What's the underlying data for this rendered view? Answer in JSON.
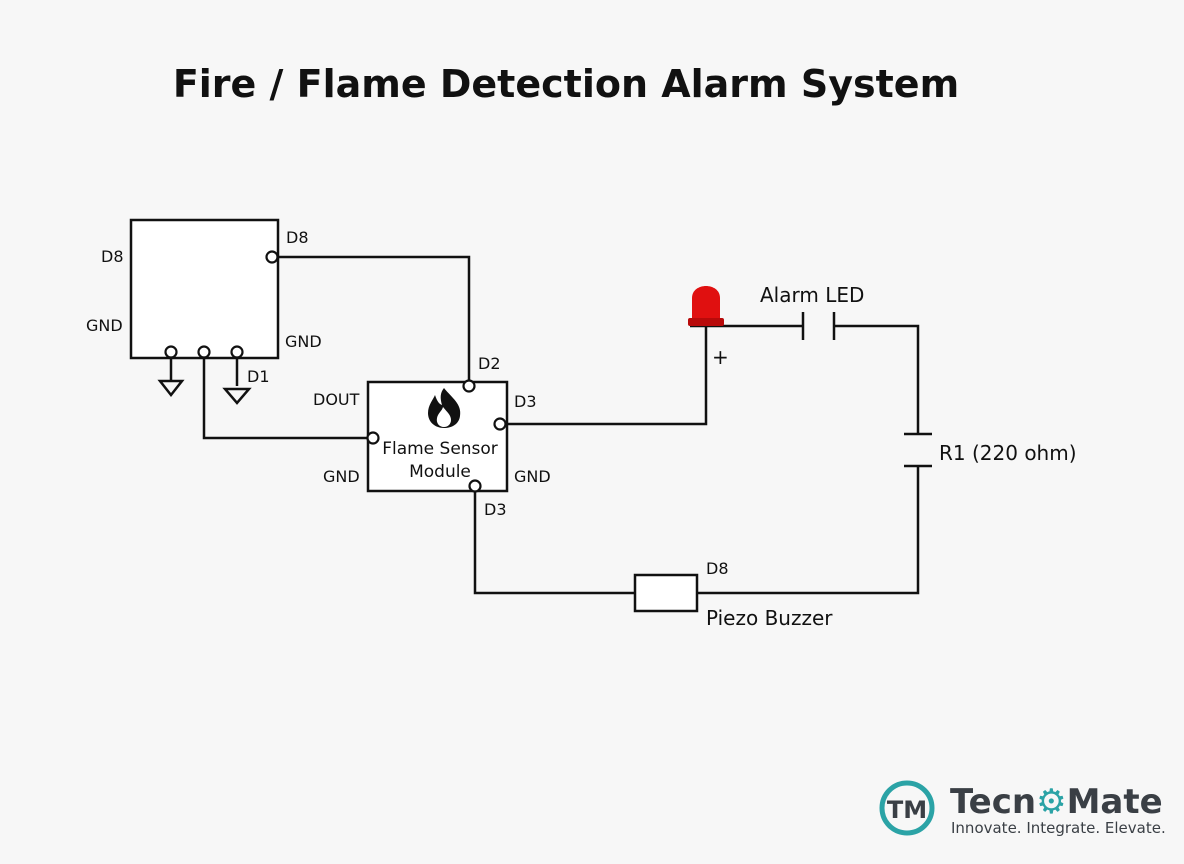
{
  "title": "Fire / Flame Detection Alarm System",
  "controller": {
    "label_d8_left": "D8",
    "label_gnd_left": "GND",
    "label_d8_right": "D8",
    "label_gnd_right": "GND",
    "label_d1": "D1"
  },
  "sensor": {
    "line1": "Flame Sensor",
    "line2": "Module",
    "label_d2": "D2",
    "label_dout": "DOUT",
    "label_d3_right": "D3",
    "label_gnd_left": "GND",
    "label_gnd_right": "GND",
    "label_d3_bottom": "D3",
    "icon": "flame-icon"
  },
  "led": {
    "label": "Alarm LED",
    "polarity": "+",
    "color": "#e01010"
  },
  "resistor": {
    "label": "R1 (220 ohm)"
  },
  "buzzer": {
    "label": "Piezo Buzzer",
    "pin_label": "D8"
  },
  "logo": {
    "name_part1": "Tecn",
    "name_part2": "Mate",
    "tagline": "Innovate. Integrate. Elevate.",
    "mark": "TM",
    "accent": "#2ba3a6"
  }
}
